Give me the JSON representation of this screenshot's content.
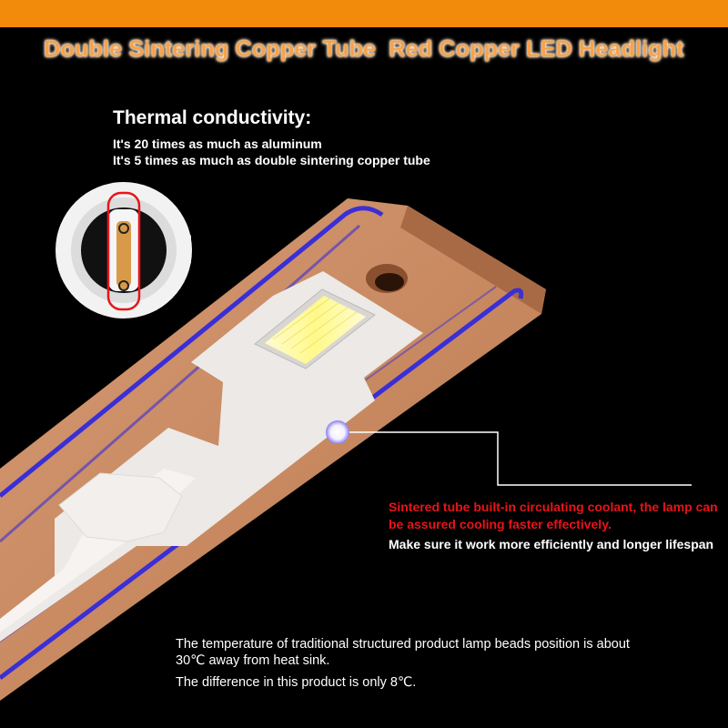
{
  "headline": "Double Sintering Copper Tube  Red Copper LED Headlight",
  "thermal": {
    "title": "Thermal conductivity:",
    "line1": "It's 20 times as much as aluminum",
    "line2": "It's 5 times as much as double sintering copper tube"
  },
  "callout": {
    "red_text": "Sintered tube built-in circulating coolant, the lamp can be assured cooling faster effectively.",
    "white_text": "Make sure it work more efficiently and longer lifespan"
  },
  "notes": {
    "line1": "The temperature of traditional structured product lamp beads position is about 30℃ away from heat sink.",
    "line2": "The difference in this product is only 8℃."
  },
  "colors": {
    "top_bar": "#f28a0c",
    "headline": "#f7a24a",
    "copper": "#c98a62",
    "blue_edge": "#3a2fd6",
    "red_callout": "#e8141a"
  }
}
